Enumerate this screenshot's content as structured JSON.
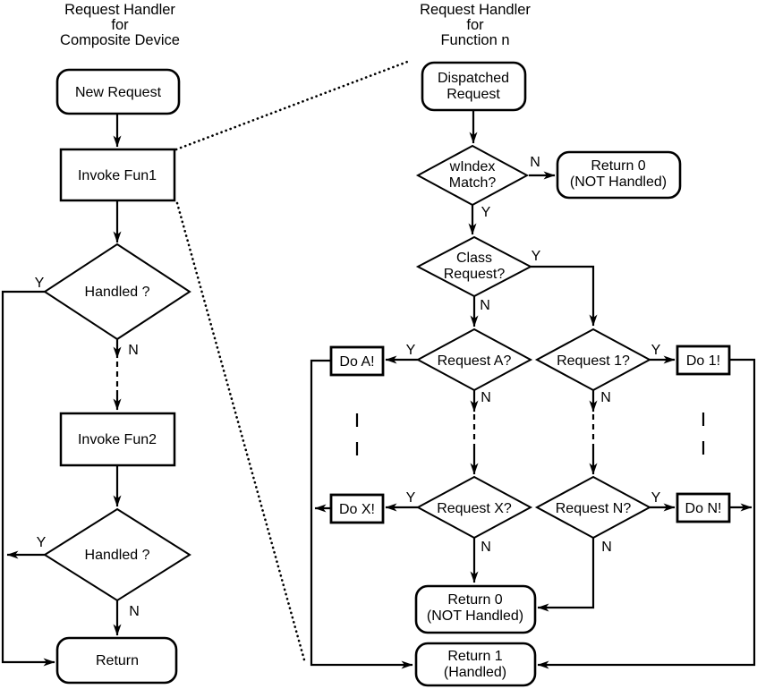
{
  "colors": {
    "stroke": "#000000",
    "background": "#ffffff"
  },
  "left_chart": {
    "title_lines": [
      "Request Handler",
      "for",
      "Composite Device"
    ],
    "nodes": {
      "new_request": "New Request",
      "invoke_fun1": "Invoke Fun1",
      "handled_1": "Handled ?",
      "invoke_fun2": "Invoke Fun2",
      "handled_2": "Handled ?",
      "return": "Return"
    }
  },
  "right_chart": {
    "title_lines": [
      "Request Handler",
      "for",
      "Function n"
    ],
    "nodes": {
      "dispatched_request": [
        "Dispatched",
        "Request"
      ],
      "windex_match": [
        "wIndex",
        "Match?"
      ],
      "return_0_top": [
        "Return 0",
        "(NOT Handled)"
      ],
      "class_request": [
        "Class",
        "Request?"
      ],
      "request_a": "Request A?",
      "request_1": "Request 1?",
      "do_a": "Do A!",
      "do_1": "Do 1!",
      "request_x": "Request X?",
      "request_n": "Request N?",
      "do_x": "Do X!",
      "do_n": "Do N!",
      "return_0_bottom": [
        "Return 0",
        "(NOT Handled)"
      ],
      "return_1": [
        "Return 1",
        "(Handled)"
      ]
    }
  },
  "edge_labels": {
    "yes": "Y",
    "no": "N"
  }
}
